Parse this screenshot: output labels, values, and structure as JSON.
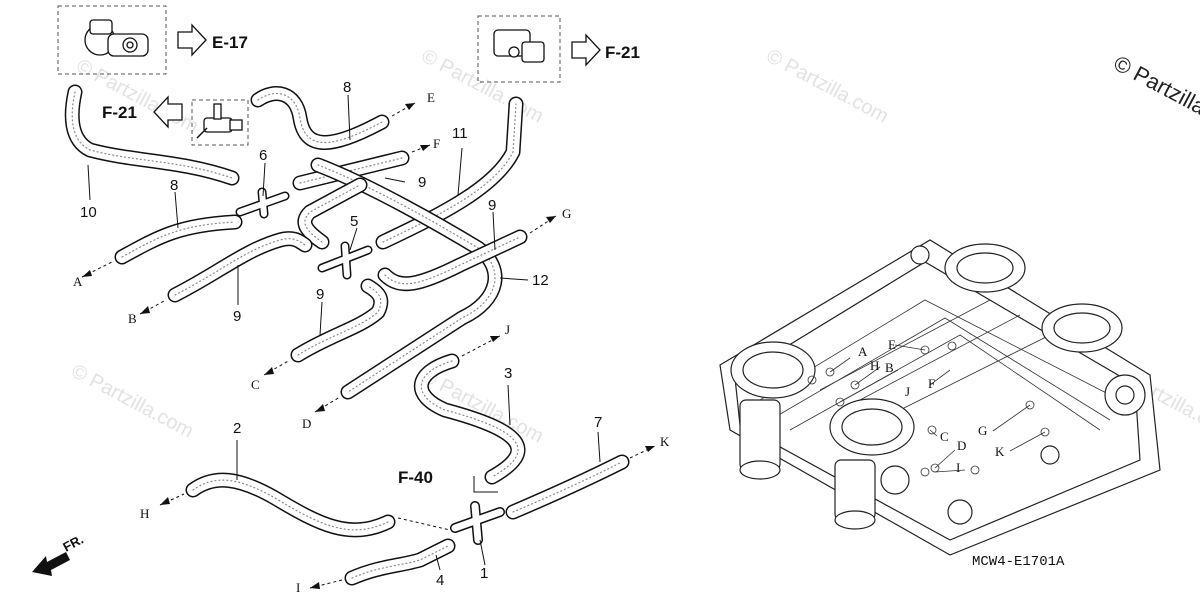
{
  "watermarks": {
    "corner": "© Partzilla",
    "faint": "© Partzilla.com"
  },
  "drawing_code": "MCW4-E1701A",
  "direction_label": "FR.",
  "references": {
    "e17": "E-17",
    "f21_left": "F-21",
    "f21_right": "F-21",
    "f40": "F-40"
  },
  "part_numbers": {
    "p1": "1",
    "p2": "2",
    "p3": "3",
    "p4": "4",
    "p5": "5",
    "p6": "6",
    "p7": "7",
    "p8a": "8",
    "p8b": "8",
    "p9a": "9",
    "p9b": "9",
    "p9c": "9",
    "p9d": "9",
    "p10": "10",
    "p11": "11",
    "p12": "12"
  },
  "hose_end_labels": {
    "A": "A",
    "B": "B",
    "C": "C",
    "D": "D",
    "E": "E",
    "F": "F",
    "G": "G",
    "H": "H",
    "I": "I",
    "J": "J",
    "K": "K"
  },
  "engine_labels": {
    "A": "A",
    "H": "H",
    "B": "B",
    "E": "E",
    "F": "F",
    "J": "J",
    "C": "C",
    "D": "D",
    "G": "G",
    "K": "K",
    "I": "I"
  }
}
